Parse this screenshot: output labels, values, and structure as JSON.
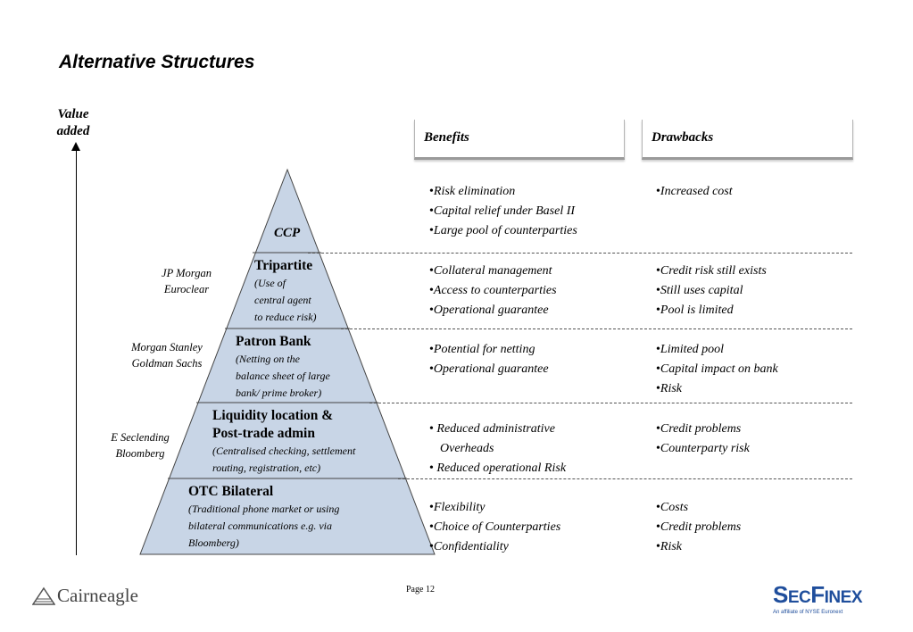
{
  "title": "Alternative Structures",
  "axis": {
    "label_line1": "Value",
    "label_line2": "added"
  },
  "colors": {
    "pyramid_fill": "#c8d5e6",
    "pyramid_stroke": "#444444",
    "brand_blue": "#1f4e9c"
  },
  "headers": {
    "benefits": "Benefits",
    "drawbacks": "Drawbacks"
  },
  "pyramid": {
    "ccp": "CCP",
    "tripartite": {
      "title": "Tripartite",
      "desc": [
        "(Use of",
        "central agent",
        "to reduce risk)"
      ]
    },
    "patron": {
      "title": "Patron Bank",
      "desc": [
        "(Netting on the",
        "balance sheet of  large",
        "bank/ prime broker)"
      ]
    },
    "liquidity": {
      "title_line1": "Liquidity location &",
      "title_line2": "Post-trade admin",
      "desc": [
        "(Centralised checking, settlement",
        "routing, registration, etc)"
      ]
    },
    "otc": {
      "title": "OTC Bilateral",
      "desc": [
        "(Traditional phone market or using",
        "bilateral communications e.g. via",
        "Bloomberg)"
      ]
    }
  },
  "side_labels": {
    "tripartite": [
      "JP Morgan",
      "Euroclear"
    ],
    "patron": [
      "Morgan Stanley",
      "Goldman Sachs"
    ],
    "liquidity": [
      "E Seclending",
      "Bloomberg"
    ]
  },
  "rows": [
    {
      "benefits": [
        "Risk elimination",
        "Capital relief  under Basel II",
        "Large pool of  counterparties"
      ],
      "drawbacks": [
        "Increased cost"
      ]
    },
    {
      "benefits": [
        "Collateral management",
        "Access to counterparties",
        "Operational guarantee"
      ],
      "drawbacks": [
        "Credit risk still exists",
        "Still uses capital",
        "Pool is limited"
      ]
    },
    {
      "benefits": [
        "Potential for netting",
        "Operational guarantee"
      ],
      "drawbacks": [
        "Limited pool",
        "Capital impact on bank",
        "Risk"
      ]
    },
    {
      "benefits": [
        " Reduced administrative",
        "  Overheads",
        " Reduced operational Risk"
      ],
      "drawbacks": [
        "Credit problems",
        "Counterparty risk"
      ]
    },
    {
      "benefits": [
        "Flexibility",
        "Choice of  Counterparties",
        "Confidentiality"
      ],
      "drawbacks": [
        "Costs",
        "Credit  problems",
        "Risk"
      ]
    }
  ],
  "footer": {
    "page": "Page 12",
    "cairneagle": "Cairneagle",
    "secfinex_big1": "S",
    "secfinex_small1": "EC",
    "secfinex_big2": "F",
    "secfinex_small2": "INEX",
    "secfinex_sub": "An affiliate of NYSE Euronext"
  }
}
